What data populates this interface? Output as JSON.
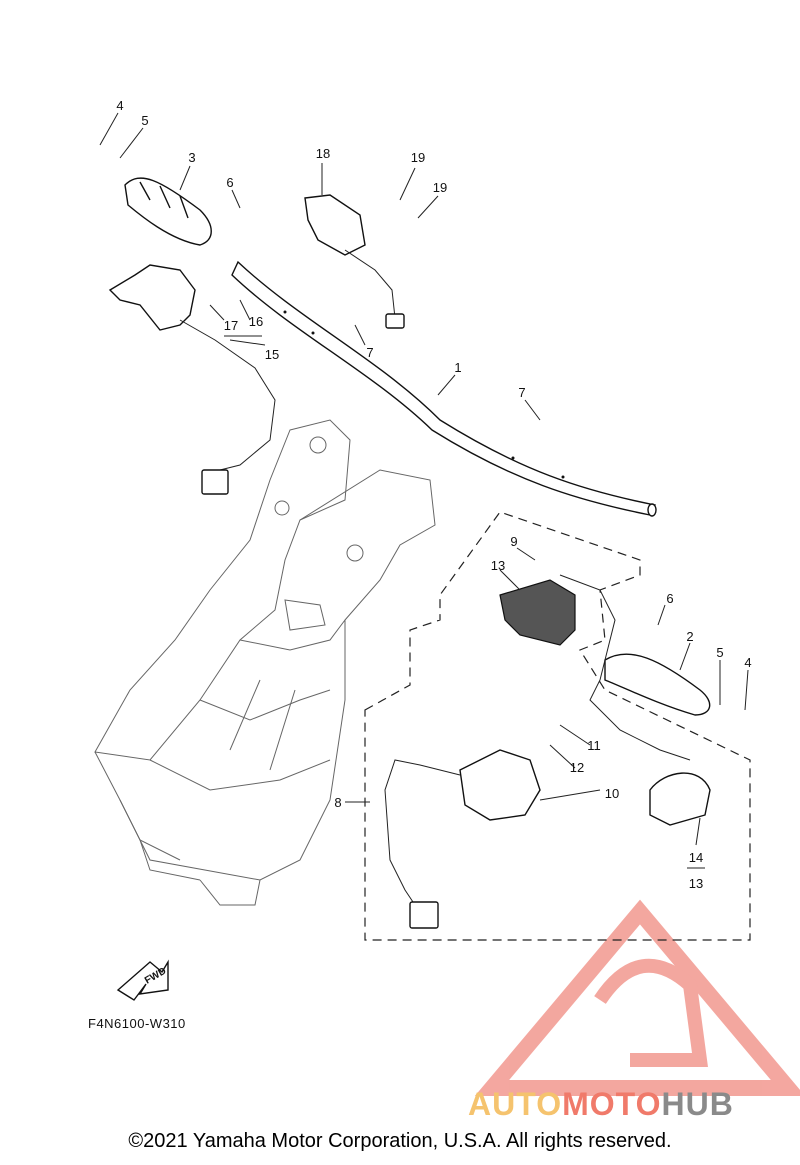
{
  "diagram": {
    "callouts": {
      "c1": "1",
      "c2": "2",
      "c3": "3",
      "c4a": "4",
      "c4b": "4",
      "c5a": "5",
      "c5b": "5",
      "c6a": "6",
      "c6b": "6",
      "c7a": "7",
      "c7b": "7",
      "c8": "8",
      "c9": "9",
      "c10": "10",
      "c11": "11",
      "c12": "12",
      "c13a": "13",
      "c13b": "13",
      "c14": "14",
      "c15": "15",
      "c16": "16",
      "c17": "17",
      "c18": "18",
      "c19a": "19",
      "c19b": "19"
    },
    "fwd_label": "FWD",
    "diagram_code": "F4N6100-W310"
  },
  "watermark": {
    "part1": "AUTO",
    "part2": "MOTO",
    "part3": "HUB",
    "colors": {
      "auto": "#f5c36e",
      "moto": "#f07a6a",
      "hub": "#8a8a8a",
      "logo": "#f08a80"
    }
  },
  "copyright": "©2021 Yamaha Motor Corporation, U.S.A. All rights reserved."
}
